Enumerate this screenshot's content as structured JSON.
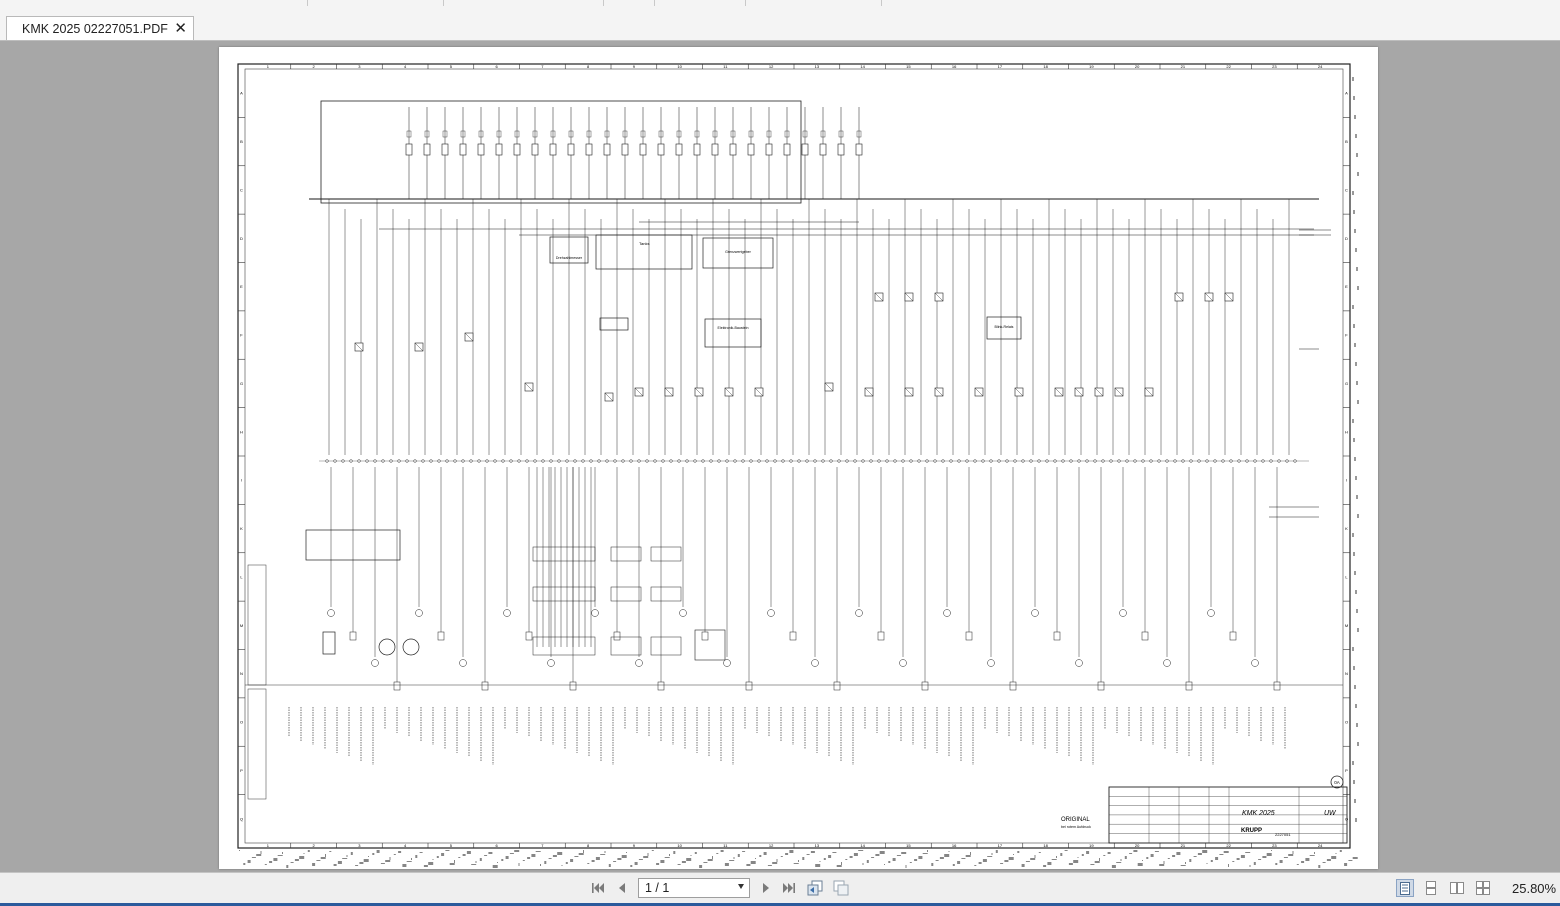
{
  "tabs": [
    {
      "label": "KMK 2025 02227051.PDF",
      "close_icon": "close-icon"
    }
  ],
  "document": {
    "title_block": {
      "product": "KMK 2025",
      "code": "UW",
      "manufacturer": "KRUPP",
      "drawing_number": "2227051",
      "stamp_line1": "ORIGINAL",
      "stamp_line2": "bei rotem Aufdruck",
      "sheet_mark": "0A"
    },
    "box_labels": {
      "drehzahl": "Drehzahlmesser",
      "tanks": "Tanks",
      "grenzwert": "Grenzwertgeber",
      "elektronik": "Elektronik-Baustein",
      "relais": "Blink-Relais"
    },
    "column_numbers": [
      "1",
      "2",
      "3",
      "4",
      "5",
      "6",
      "7",
      "8",
      "9",
      "10",
      "11",
      "12",
      "13",
      "14",
      "15",
      "16",
      "17",
      "18",
      "19",
      "20",
      "21",
      "22",
      "23",
      "24"
    ],
    "row_letters": [
      "A",
      "B",
      "C",
      "D",
      "E",
      "F",
      "G",
      "H",
      "I",
      "K",
      "L",
      "M",
      "N",
      "O",
      "P",
      "Q"
    ]
  },
  "toolbar": {
    "page_field": "1 / 1",
    "zoom": "25.80%"
  },
  "icons": {
    "first": "first-page-icon",
    "prev": "previous-page-icon",
    "next": "next-page-icon",
    "last": "last-page-icon",
    "back": "history-back-icon",
    "forward": "history-forward-icon"
  },
  "colors": {
    "background": "#a7a7a7",
    "toolbar": "#efefef",
    "accent": "#2b5a9c"
  }
}
